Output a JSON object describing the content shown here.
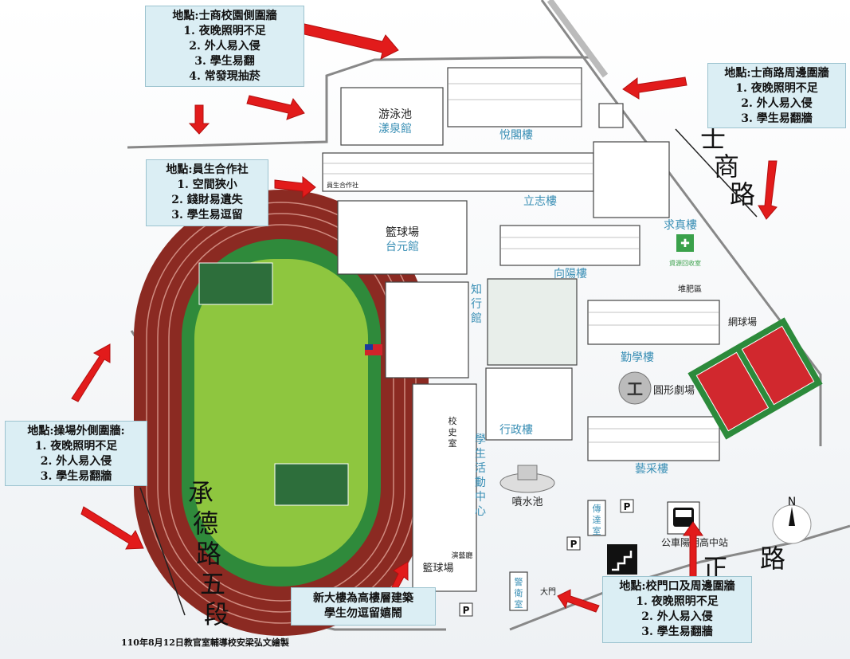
{
  "callouts": {
    "shishang_campus_wall": {
      "title": "地點:士商校園側圍牆",
      "items": [
        "1. 夜晚照明不足",
        "2. 外人易入侵",
        "3. 學生易翻",
        "4. 常發現抽菸"
      ]
    },
    "shishang_road_wall": {
      "title": "地點:士商路周邊圍牆",
      "items": [
        "1. 夜晚照明不足",
        "2. 外人易入侵",
        "3. 學生易翻牆"
      ]
    },
    "coop_store": {
      "title": "地點:員生合作社",
      "items": [
        "1. 空間狹小",
        "2. 錢財易遺失",
        "3. 學生易逗留"
      ]
    },
    "track_outer_wall": {
      "title": "地點:操場外側圍牆:",
      "items": [
        "1. 夜晚照明不足",
        "2. 外人易入侵",
        "3. 學生易翻牆"
      ]
    },
    "new_building": {
      "items": [
        "新大樓為高樓層建築",
        "學生勿逗留嬉鬧"
      ]
    },
    "gate_wall": {
      "title": "地點:校門口及周邊圍牆",
      "items": [
        "1. 夜晚照明不足",
        "2. 外人易入侵",
        "3. 學生易翻牆"
      ]
    }
  },
  "buildings": {
    "swimming_pool": "游泳池",
    "yangquan_hall": "漾泉館",
    "yuejing": "悅閣樓",
    "lizhi": "立志樓",
    "qiuzhen": "求真樓",
    "resource_recycle": "資源回收室",
    "basketball": "籃球場",
    "taiyuan_hall": "台元館",
    "zhixing_hall": "知行館",
    "xiangyang": "向陽樓",
    "dump": "堆肥區",
    "tennis": "網球場",
    "qinxue": "勤學樓",
    "round_theater": "圓形劇場",
    "admin": "行政樓",
    "yicai": "藝采樓",
    "student_center": "學生活動中心",
    "fountain": "噴水池",
    "basketball2": "籃球場",
    "performance": "演藝廳",
    "school_history": "校史室",
    "chuanda": "傳達室",
    "guard": "警衛室",
    "bus_stop": "公車陽明高中站",
    "gate": "大門",
    "coop_label": "員生合作社"
  },
  "roads": {
    "shishang": [
      "士",
      "商",
      "路"
    ],
    "chengde": [
      "承",
      "德",
      "路",
      "五",
      "段"
    ],
    "east_road": [
      "正",
      "路"
    ]
  },
  "compass": "N",
  "parking": "P",
  "footer": "110年8月12日教官室輔導校安梁弘文繪製"
}
